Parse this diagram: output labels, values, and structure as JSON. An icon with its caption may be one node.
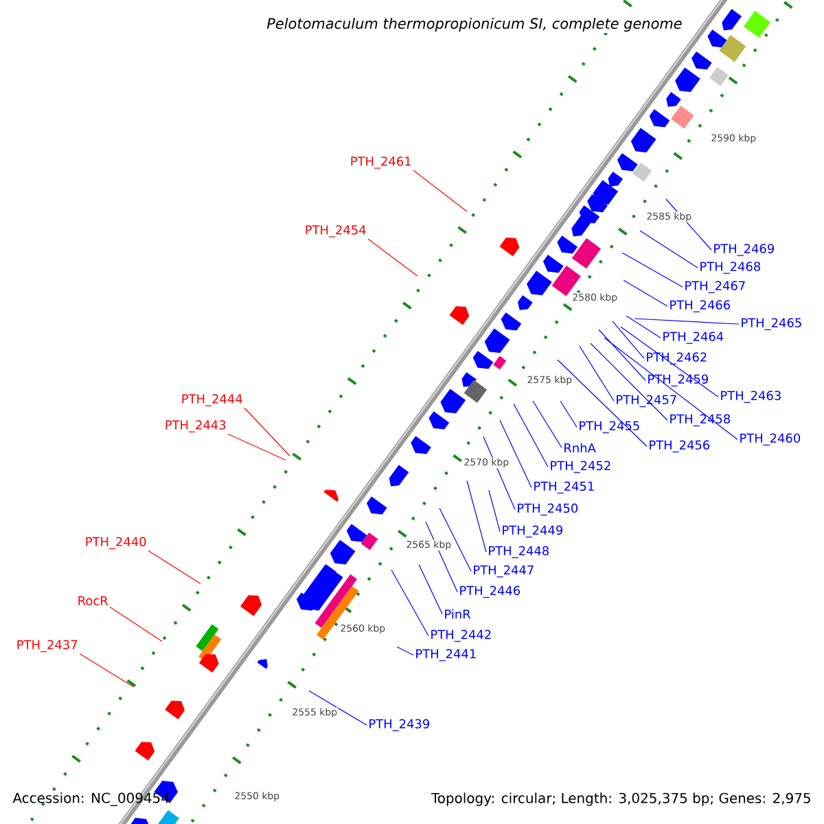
{
  "diagram": {
    "title": "Pelotomaculum thermopropionicum SI, complete genome",
    "nodes": [
      {
        "text": [
          "PTH_2461"
        ]
      },
      {
        "text": [
          "PTH_2454"
        ]
      },
      {
        "text": [
          "PTH_2444"
        ]
      },
      {
        "text": [
          "PTH_2443"
        ]
      },
      {
        "text": [
          "PTH_2440"
        ]
      },
      {
        "text": [
          "RocR"
        ]
      },
      {
        "text": [
          "PTH_2437"
        ]
      },
      {
        "text": [
          "PTH_2469"
        ]
      },
      {
        "text": [
          "PTH_2468"
        ]
      },
      {
        "text": [
          "PTH_2467"
        ]
      },
      {
        "text": [
          "PTH_2466"
        ]
      },
      {
        "text": [
          "PTH_2464"
        ]
      },
      {
        "text": [
          "PTH_2462"
        ]
      },
      {
        "text": [
          "PTH_2465"
        ]
      },
      {
        "text": [
          "PTH_2459"
        ]
      },
      {
        "text": [
          "PTH_2463"
        ]
      },
      {
        "text": [
          "PTH_2457"
        ]
      },
      {
        "text": [
          "PTH_2458"
        ]
      },
      {
        "text": [
          "PTH_2455"
        ]
      },
      {
        "text": [
          "PTH_2460"
        ]
      },
      {
        "text": [
          "PTH_2456"
        ]
      },
      {
        "text": [
          "RnhA"
        ]
      },
      {
        "text": [
          "PTH_2452"
        ]
      },
      {
        "text": [
          "PTH_2451"
        ]
      },
      {
        "text": [
          "PTH_2450"
        ]
      },
      {
        "text": [
          "PTH_2449"
        ]
      },
      {
        "text": [
          "PTH_2448"
        ]
      },
      {
        "text": [
          "PTH_2447"
        ]
      },
      {
        "text": [
          "PTH_2446"
        ]
      },
      {
        "text": [
          "PinR"
        ]
      },
      {
        "text": [
          "PTH_2442"
        ]
      },
      {
        "text": [
          "PTH_2441"
        ]
      },
      {
        "text": [
          "PTH_2439"
        ]
      }
    ],
    "edges": [
      {
        "from": 0,
        "to": null,
        "arrow": "none",
        "color": "#ff0000"
      },
      {
        "from": 1,
        "to": null,
        "arrow": "none",
        "color": "#ff0000"
      },
      {
        "from": 2,
        "to": null,
        "arrow": "none",
        "color": "#ff0000"
      },
      {
        "from": 3,
        "to": null,
        "arrow": "none",
        "color": "#ff0000"
      },
      {
        "from": 4,
        "to": null,
        "arrow": "none",
        "color": "#ff0000"
      },
      {
        "from": 5,
        "to": null,
        "arrow": "none",
        "color": "#ff0000"
      },
      {
        "from": 6,
        "to": null,
        "arrow": "none",
        "color": "#ff0000"
      },
      {
        "from": 7,
        "to": null,
        "arrow": "none"
      },
      {
        "from": 8,
        "to": null,
        "arrow": "none"
      },
      {
        "from": 9,
        "to": null,
        "arrow": "none"
      },
      {
        "from": 10,
        "to": null,
        "arrow": "none"
      },
      {
        "from": 11,
        "to": null,
        "arrow": "none"
      },
      {
        "from": 12,
        "to": null,
        "arrow": "none"
      },
      {
        "from": 13,
        "to": null,
        "arrow": "none"
      },
      {
        "from": 14,
        "to": null,
        "arrow": "none"
      },
      {
        "from": 15,
        "to": null,
        "arrow": "none"
      },
      {
        "from": 16,
        "to": null,
        "arrow": "none"
      },
      {
        "from": 17,
        "to": null,
        "arrow": "none"
      },
      {
        "from": 18,
        "to": null,
        "arrow": "none"
      },
      {
        "from": 19,
        "to": null,
        "arrow": "none"
      },
      {
        "from": 20,
        "to": null,
        "arrow": "none"
      },
      {
        "from": 21,
        "to": null,
        "arrow": "none"
      },
      {
        "from": 22,
        "to": null,
        "arrow": "none"
      },
      {
        "from": 23,
        "to": null,
        "arrow": "none"
      },
      {
        "from": 24,
        "to": null,
        "arrow": "none"
      },
      {
        "from": 25,
        "to": null,
        "arrow": "none"
      },
      {
        "from": 26,
        "to": null,
        "arrow": "none"
      },
      {
        "from": 27,
        "to": null,
        "arrow": "none"
      },
      {
        "from": 28,
        "to": null,
        "arrow": "none"
      },
      {
        "from": 29,
        "to": null,
        "arrow": "none"
      },
      {
        "from": 30,
        "to": null,
        "arrow": "none"
      },
      {
        "from": 31,
        "to": null,
        "arrow": "none"
      },
      {
        "from": 32,
        "to": null,
        "arrow": "none"
      }
    ],
    "labels": [
      "2590 kbp",
      "2585 kbp",
      "2580 kbp",
      "2575 kbp",
      "2570 kbp",
      "2565 kbp",
      "2560 kbp",
      "2555 kbp",
      "2550 kbp",
      "Accession: NC_009454",
      "Topology: circular; Length: 3,025,375 bp; Genes: 2,975"
    ]
  }
}
